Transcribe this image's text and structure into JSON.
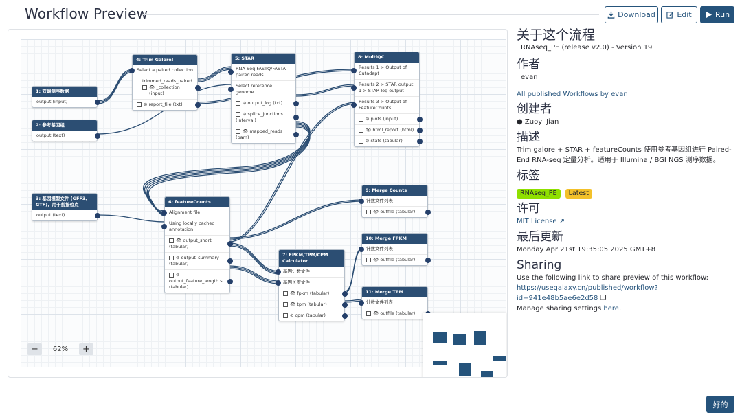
{
  "header": {
    "title": "Workflow Preview",
    "download_label": "Download",
    "edit_label": "Edit",
    "run_label": "Run"
  },
  "canvas": {
    "zoom": "62%",
    "zoom_out": "−",
    "zoom_in": "+",
    "nodes": {
      "n1": {
        "title": "1: 双端测序数据",
        "out": "output (input)"
      },
      "n2": {
        "title": "2: 参考基因组",
        "out": "output (text)"
      },
      "n3": {
        "title": "3: 基因模型文件 (GFF3、GTF)，用于剪接位点",
        "out": "output (text)"
      },
      "n4": {
        "title": "4: Trim Galore!",
        "in1": "Select a paired collection",
        "out1a": "trimmed_reads_paired",
        "out1b": "_collection",
        "out1c": "(input)",
        "out2": "report_file (txt)"
      },
      "n5": {
        "title": "5: STAR",
        "in1": "RNA-Seq FASTQ/FASTA paired reads",
        "in2": "Select reference genome",
        "out1": "output_log (txt)",
        "out2": "splice_junctions (interval)",
        "out3": "mapped_reads (bam)"
      },
      "n6": {
        "title": "6: featureCounts",
        "in1": "Alignment file",
        "in2": "Using locally cached annotation",
        "out1": "output_short (tabular)",
        "out2": "output_summary (tabular)",
        "out3": "output_feature_length s (tabular)"
      },
      "n7": {
        "title": "7: FPKM/TPM/CPM Calculator",
        "in1": "基因计数文件",
        "in2": "基因长度文件",
        "out1": "fpkm (tabular)",
        "out2": "tpm (tabular)",
        "out3": "cpm (tabular)"
      },
      "n8": {
        "title": "8: MultiQC",
        "in1": "Results 1 > Output of Cutadapt",
        "in2": "Results 2 > STAR output 1 > STAR log output",
        "in3": "Results 3 > Output of FeatureCounts",
        "out1": "plots (input)",
        "out2": "html_report (html)",
        "out3": "stats (tabular)"
      },
      "n9": {
        "title": "9: Merge Counts",
        "in1": "计数文件列表",
        "out1": "outfile (tabular)"
      },
      "n10": {
        "title": "10: Merge FPKM",
        "in1": "计数文件列表",
        "out1": "outfile (tabular)"
      },
      "n11": {
        "title": "11: Merge TPM",
        "in1": "计数文件列表",
        "out1": "outfile (tabular)"
      }
    }
  },
  "sidebar": {
    "about_heading": "关于这个流程",
    "workflow_name": "RNAseq_PE (release v2.0) - Version 19",
    "author_heading": "作者",
    "author": "evan",
    "all_by_author": "All published Workflows by evan",
    "creator_heading": "创建者",
    "creator": "Zuoyi Jian",
    "desc_heading": "描述",
    "description": "Trim galore + STAR + featureCounts 使用参考基因组进行 Paired-End RNA-seq 定量分析。适用于 Illumina / BGI NGS 测序数据。",
    "tags_heading": "标签",
    "tags": [
      {
        "label": "RNAseq_PE",
        "color": "#8fe000"
      },
      {
        "label": "Latest",
        "color": "#f3c12a"
      }
    ],
    "license_heading": "许可",
    "license": "MIT License",
    "updated_heading": "最后更新",
    "updated": "Monday Apr 21st 19:35:05 2025 GMT+8",
    "sharing_heading": "Sharing",
    "sharing_text": "Use the following link to share preview of this workflow:",
    "share_url": "https://usegalaxy.cn/published/workflow?id=941e48b5ae6e2d58",
    "manage_prefix": "Manage sharing settings ",
    "manage_link": "here",
    "manage_suffix": "."
  },
  "footer": {
    "ok_label": "好的"
  },
  "colors": {
    "primary": "#25537b",
    "node_header": "#2c4e73"
  }
}
